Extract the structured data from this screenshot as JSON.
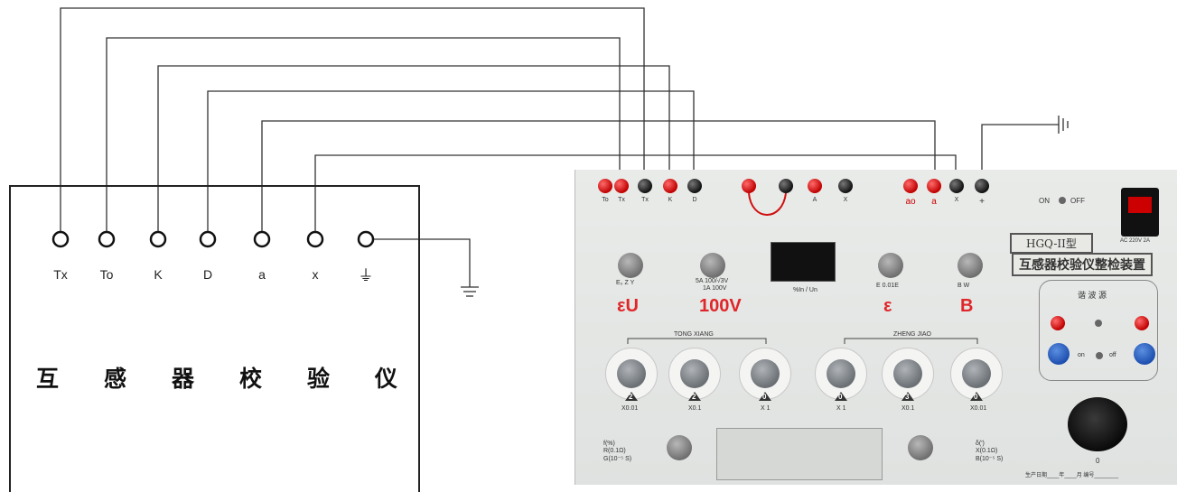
{
  "left_instrument": {
    "terminals": [
      "Tx",
      "To",
      "K",
      "D",
      "a",
      "x",
      "⏚"
    ],
    "title_chars": [
      "互",
      "感",
      "器",
      "校",
      "验",
      "仪"
    ]
  },
  "panel": {
    "top_terminals": [
      "To",
      "Tx",
      "Tx",
      "K",
      "D",
      "A",
      "X",
      "ao",
      "a",
      "X",
      "+"
    ],
    "switch_on": "ON",
    "switch_off": "OFF",
    "power_label": "AC 220V 2A",
    "model": "HGQ-II型",
    "name": "互感器校验仪整检装置",
    "labels": {
      "eu": "εU",
      "v100": "100V",
      "eps": "ε",
      "b": "B"
    },
    "knob_texts": {
      "k1": "E₀  Z  Y",
      "k2": "5A  100/√3V",
      "k2b": "1A 100V",
      "k3": "E  0.01E",
      "k4": "B  W",
      "disp": "%In / Un"
    },
    "group_labels": [
      "TONG XIANG",
      "ZHENG JIAO"
    ],
    "dial_values": [
      "2",
      "2",
      "0",
      "0",
      "3",
      "0"
    ],
    "dial_labels": [
      "X0.01",
      "X0.1",
      "X 1",
      "X 1",
      "X0.1",
      "X0.01"
    ],
    "harmonic_title": "谐 波 源",
    "harm_on": "on",
    "harm_off": "off",
    "bottom_left": [
      "f(%)",
      "R(0.1Ω)",
      "G(10⁻⁵ S)"
    ],
    "bottom_right": [
      "δ(′)",
      "X(0.1Ω)",
      "B(10⁻⁵ S)"
    ],
    "footer": "生产日期____年____月    编号________",
    "big_knob_label": "0"
  }
}
